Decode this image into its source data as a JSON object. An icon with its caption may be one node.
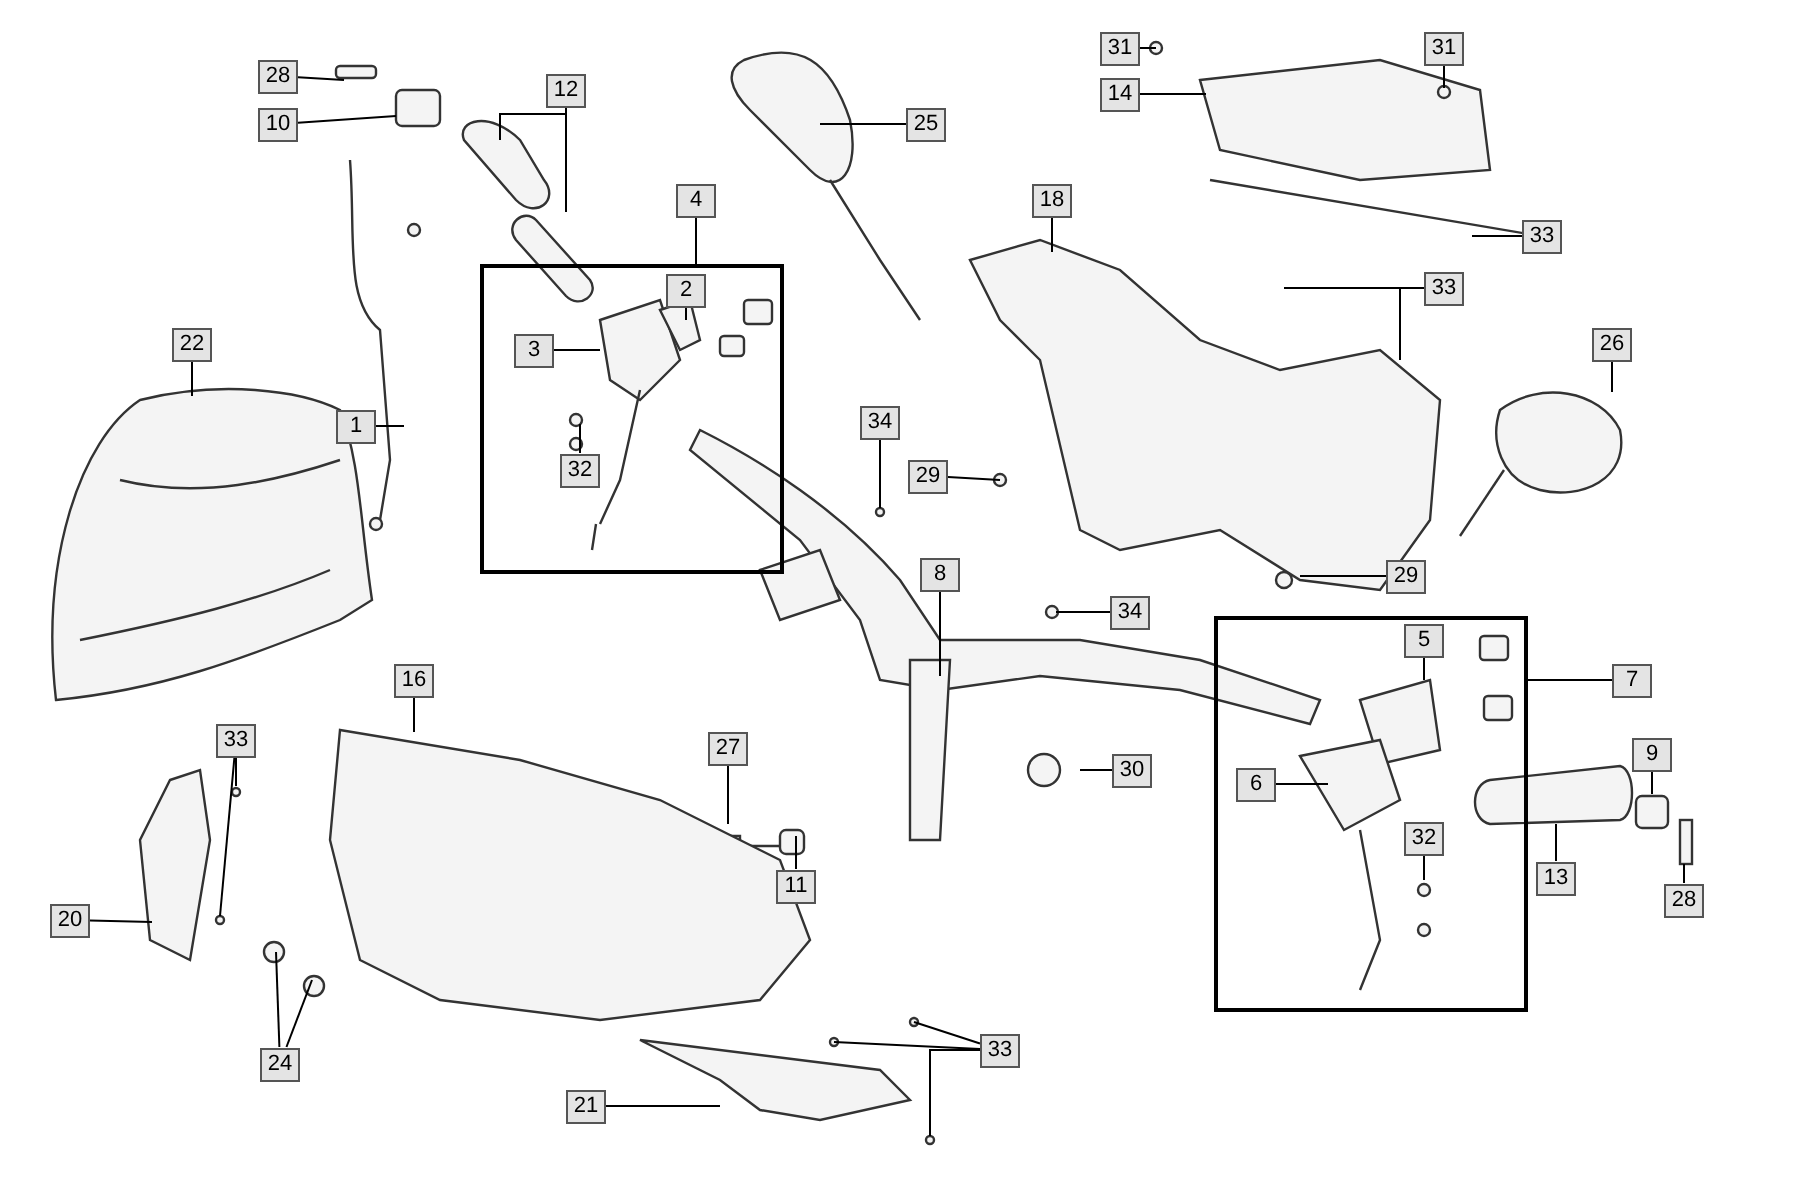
{
  "diagram": {
    "nodes": [
      {
        "text": [
          "28"
        ]
      },
      {
        "text": [
          "31"
        ]
      },
      {
        "text": [
          "31"
        ]
      },
      {
        "text": [
          "12"
        ]
      },
      {
        "text": [
          "14"
        ]
      },
      {
        "text": [
          "10"
        ]
      },
      {
        "text": [
          "25"
        ]
      },
      {
        "text": [
          "4"
        ]
      },
      {
        "text": [
          "18"
        ]
      },
      {
        "text": [
          "33"
        ]
      },
      {
        "text": [],
        "shape": "box"
      },
      {
        "text": [
          "2"
        ],
        "in": 10
      },
      {
        "text": [
          "33"
        ]
      },
      {
        "text": [
          "22"
        ]
      },
      {
        "text": [
          "26"
        ]
      },
      {
        "text": [
          "3"
        ],
        "in": 10
      },
      {
        "text": [
          "1"
        ]
      },
      {
        "text": [
          "34"
        ]
      },
      {
        "text": [
          "32"
        ],
        "in": 10
      },
      {
        "text": [
          "29"
        ]
      },
      {
        "text": [
          "8"
        ]
      },
      {
        "text": [
          "29"
        ]
      },
      {
        "text": [],
        "shape": "box"
      },
      {
        "text": [
          "34"
        ]
      },
      {
        "text": [
          "5"
        ],
        "in": 22
      },
      {
        "text": [
          "7"
        ]
      },
      {
        "text": [
          "16"
        ]
      },
      {
        "text": [
          "33"
        ]
      },
      {
        "text": [
          "27"
        ]
      },
      {
        "text": [
          "9"
        ]
      },
      {
        "text": [
          "30"
        ]
      },
      {
        "text": [
          "6"
        ],
        "in": 22
      },
      {
        "text": [
          "32"
        ],
        "in": 22
      },
      {
        "text": [
          "13"
        ]
      },
      {
        "text": [
          "11"
        ]
      },
      {
        "text": [
          "28"
        ]
      },
      {
        "text": [
          "20"
        ]
      },
      {
        "text": [
          "33"
        ]
      },
      {
        "text": [
          "24"
        ]
      },
      {
        "text": [
          "21"
        ]
      }
    ],
    "edges": [
      {
        "from": 0,
        "to": null,
        "arrow": "none"
      },
      {
        "from": 1,
        "to": null,
        "arrow": "none"
      },
      {
        "from": 2,
        "to": null,
        "arrow": "none"
      },
      {
        "from": 3,
        "to": null,
        "arrow": "none"
      },
      {
        "from": 3,
        "to": null,
        "arrow": "none"
      },
      {
        "from": 4,
        "to": null,
        "arrow": "none"
      },
      {
        "from": 5,
        "to": null,
        "arrow": "none"
      },
      {
        "from": 6,
        "to": null,
        "arrow": "none"
      },
      {
        "from": 7,
        "to": 10,
        "arrow": "none"
      },
      {
        "from": 8,
        "to": null,
        "arrow": "none"
      },
      {
        "from": 9,
        "to": null,
        "arrow": "none"
      },
      {
        "from": 11,
        "to": null,
        "arrow": "none"
      },
      {
        "from": 12,
        "to": null,
        "arrow": "none"
      },
      {
        "from": 12,
        "to": null,
        "arrow": "none"
      },
      {
        "from": 13,
        "to": null,
        "arrow": "none"
      },
      {
        "from": 14,
        "to": null,
        "arrow": "none"
      },
      {
        "from": 15,
        "to": null,
        "arrow": "none"
      },
      {
        "from": 16,
        "to": null,
        "arrow": "none"
      },
      {
        "from": 17,
        "to": null,
        "arrow": "none"
      },
      {
        "from": 18,
        "to": null,
        "arrow": "none"
      },
      {
        "from": 19,
        "to": null,
        "arrow": "none"
      },
      {
        "from": 20,
        "to": null,
        "arrow": "none"
      },
      {
        "from": 21,
        "to": null,
        "arrow": "none"
      },
      {
        "from": 23,
        "to": null,
        "arrow": "none"
      },
      {
        "from": 24,
        "to": null,
        "arrow": "none"
      },
      {
        "from": 25,
        "to": 22,
        "arrow": "none"
      },
      {
        "from": 26,
        "to": null,
        "arrow": "none"
      },
      {
        "from": 27,
        "to": null,
        "arrow": "none"
      },
      {
        "from": 27,
        "to": null,
        "arrow": "none"
      },
      {
        "from": 28,
        "to": null,
        "arrow": "none"
      },
      {
        "from": 29,
        "to": null,
        "arrow": "none"
      },
      {
        "from": 30,
        "to": null,
        "arrow": "none"
      },
      {
        "from": 31,
        "to": null,
        "arrow": "none"
      },
      {
        "from": 32,
        "to": null,
        "arrow": "none"
      },
      {
        "from": 33,
        "to": null,
        "arrow": "none"
      },
      {
        "from": 34,
        "to": null,
        "arrow": "none"
      },
      {
        "from": 35,
        "to": null,
        "arrow": "none"
      },
      {
        "from": 36,
        "to": null,
        "arrow": "none"
      },
      {
        "from": 37,
        "to": null,
        "arrow": "none"
      },
      {
        "from": 37,
        "to": null,
        "arrow": "none"
      },
      {
        "from": 37,
        "to": null,
        "arrow": "none"
      },
      {
        "from": 38,
        "to": null,
        "arrow": "none"
      },
      {
        "from": 38,
        "to": null,
        "arrow": "none"
      },
      {
        "from": 39,
        "to": null,
        "arrow": "none"
      }
    ]
  }
}
